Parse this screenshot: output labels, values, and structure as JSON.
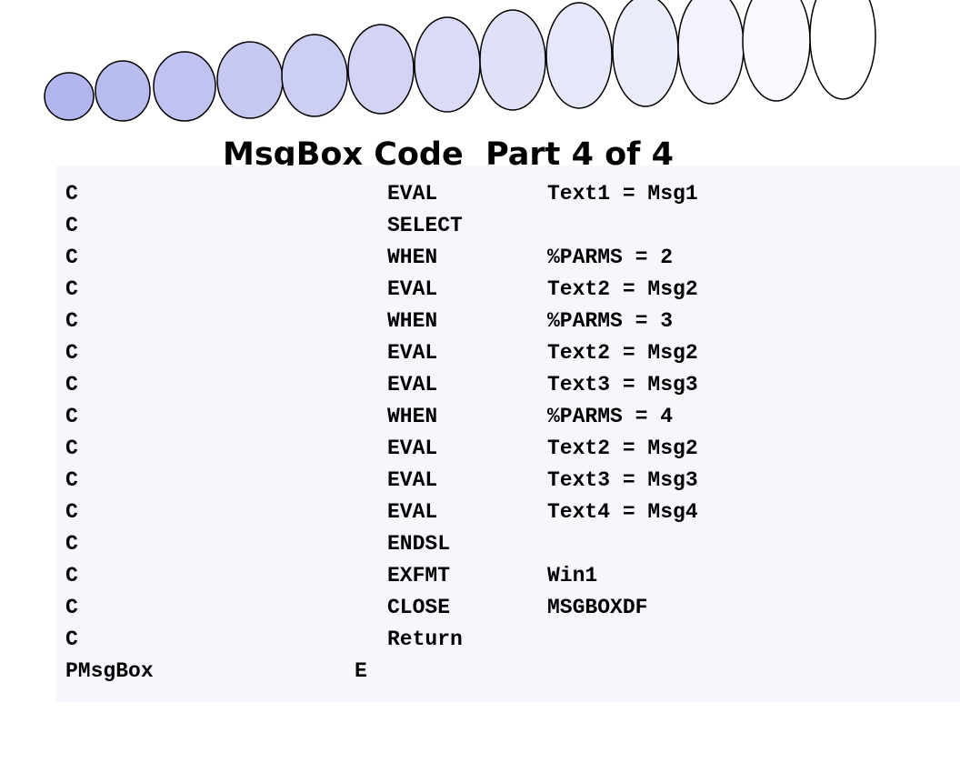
{
  "slide": {
    "title": "MsgBox Code  Part 4 of 4",
    "decoration_icon": "circle-chain-icon",
    "colors": {
      "circle_outline": "#000000",
      "circle_fill_start": "#b3b6ee",
      "circle_fill_end": "#ffffff",
      "panel_background": "#f6f7fc"
    }
  },
  "code": {
    "lines": [
      {
        "spec": "C",
        "op": "EVAL",
        "arg": "Text1 = Msg1"
      },
      {
        "spec": "C",
        "op": "SELECT",
        "arg": ""
      },
      {
        "spec": "C",
        "op": "WHEN",
        "arg": "%PARMS = 2"
      },
      {
        "spec": "C",
        "op": "EVAL",
        "arg": "Text2 = Msg2"
      },
      {
        "spec": "C",
        "op": "WHEN",
        "arg": "%PARMS = 3"
      },
      {
        "spec": "C",
        "op": "EVAL",
        "arg": "Text2 = Msg2"
      },
      {
        "spec": "C",
        "op": "EVAL",
        "arg": "Text3 = Msg3"
      },
      {
        "spec": "C",
        "op": "WHEN",
        "arg": "%PARMS = 4"
      },
      {
        "spec": "C",
        "op": "EVAL",
        "arg": "Text2 = Msg2"
      },
      {
        "spec": "C",
        "op": "EVAL",
        "arg": "Text3 = Msg3"
      },
      {
        "spec": "C",
        "op": "EVAL",
        "arg": "Text4 = Msg4"
      },
      {
        "spec": "C",
        "op": "ENDSL",
        "arg": ""
      },
      {
        "spec": "C",
        "op": "EXFMT",
        "arg": "Win1"
      },
      {
        "spec": "C",
        "op": "CLOSE",
        "arg": "MSGBOXDF"
      },
      {
        "spec": "C",
        "op": "Return",
        "arg": ""
      }
    ],
    "end_line": {
      "name": "PMsgBox",
      "marker": "E"
    }
  }
}
